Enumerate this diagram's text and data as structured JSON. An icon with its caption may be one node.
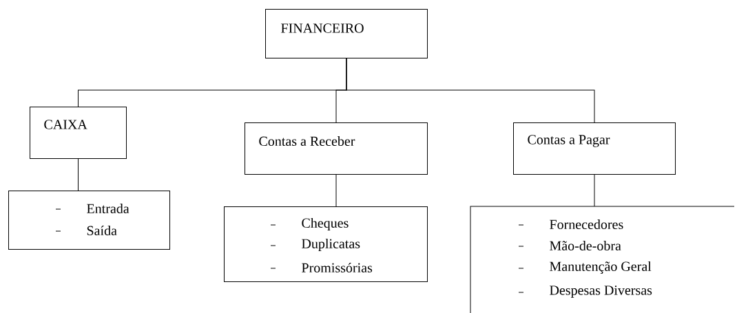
{
  "diagram": {
    "nodes": [
      {
        "text": [
          "FINANCEIRO"
        ]
      },
      {
        "text": [
          "CAIXA"
        ]
      },
      {
        "text": [
          "Contas a Receber"
        ]
      },
      {
        "text": [
          "Contas a Pagar"
        ]
      },
      {
        "text": [
          "Entrada",
          "Saída"
        ]
      },
      {
        "text": [
          "Cheques",
          "Duplicatas",
          "Promissórias"
        ]
      },
      {
        "text": [
          "Fornecedores",
          "Mão-de-obra",
          "Manutenção Geral",
          "Despesas Diversas"
        ]
      }
    ],
    "edges": [
      {
        "from": 0,
        "to": 1,
        "arrow": "none"
      },
      {
        "from": 0,
        "to": 2,
        "arrow": "none"
      },
      {
        "from": 0,
        "to": 3,
        "arrow": "none"
      },
      {
        "from": 1,
        "to": 4,
        "arrow": "none"
      },
      {
        "from": 2,
        "to": 5,
        "arrow": "none"
      },
      {
        "from": 3,
        "to": 6,
        "arrow": "none"
      }
    ]
  }
}
